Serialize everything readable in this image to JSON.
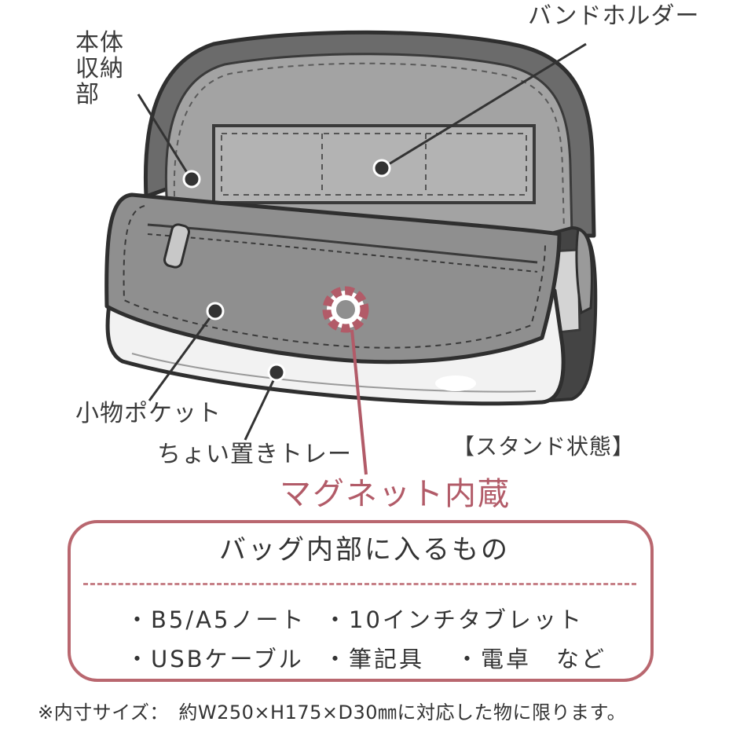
{
  "labels": {
    "body_storage": "本体収納部",
    "band_holder": "バンドホルダー",
    "small_pocket": "小物ポケット",
    "tray": "ちょい置きトレー",
    "stand_state": "【スタンド状態】",
    "magnet": "マグネット内蔵"
  },
  "contents_box": {
    "title": "バッグ内部に入るもの",
    "items": [
      "・B5/A5ノート",
      "・10インチタブレット",
      "・USBケーブル",
      "・筆記具",
      "・電卓　など"
    ]
  },
  "footnote": "※内寸サイズ：　約W250×H175×D30㎜に対応した物に限ります。",
  "colors": {
    "accent": "#b25b68",
    "box_border": "#b9676f",
    "outline": "#3a3a3a",
    "bag_dark": "#6b6b6b",
    "bag_mid": "#8f8f8f",
    "bag_light": "#a3a3a3",
    "bag_white": "#f2f2f2"
  }
}
